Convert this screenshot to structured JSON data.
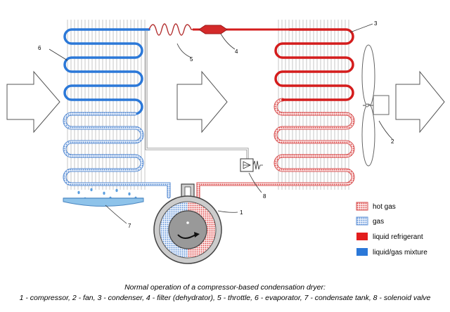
{
  "callouts": {
    "c1": "1",
    "c2": "2",
    "c3": "3",
    "c4": "4",
    "c5": "5",
    "c6": "6",
    "c7": "7",
    "c8": "8"
  },
  "legend": [
    {
      "label": "hot gas",
      "style": "dots",
      "color": "#e04848"
    },
    {
      "label": "gas",
      "style": "dots",
      "color": "#5b8fd6"
    },
    {
      "label": "liquid refrigerant",
      "style": "solid",
      "color": "#e21d1d"
    },
    {
      "label": "liquid/gas mixture",
      "style": "solid",
      "color": "#2b78d8"
    }
  ],
  "caption": {
    "line1": "Normal operation of a compressor-based condensation dryer:",
    "line2": "1 - compressor, 2 - fan, 3 - condenser, 4 - filter (dehydrator), 5 - throttle, 6 - evaporator, 7 - condensate tank, 8 - solenoid valve"
  },
  "colors": {
    "hot_gas": "#e04848",
    "gas": "#5b8fd6",
    "liquid": "#d41c1c",
    "mixture": "#2b78d8",
    "fins": "#b9b9b9",
    "condensate": "#8ec3ea"
  }
}
